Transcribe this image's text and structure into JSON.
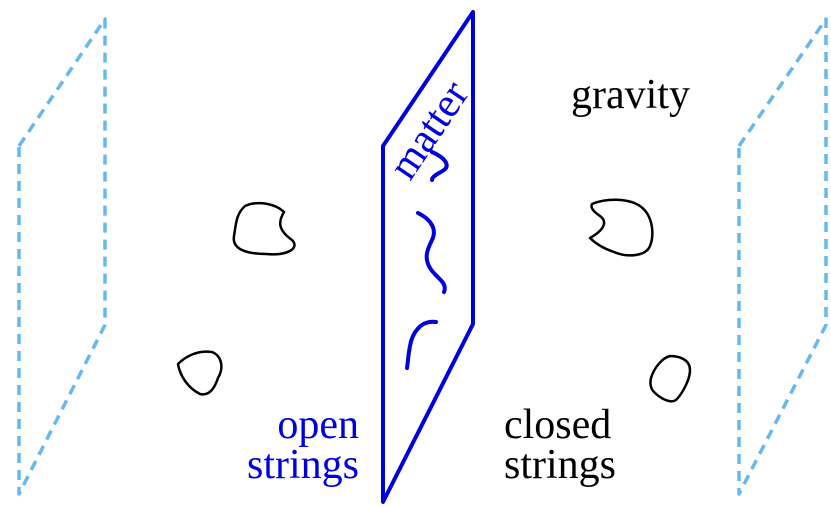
{
  "labels": {
    "matter": "matter",
    "gravity": "gravity",
    "open_line1": "open",
    "open_line2": "strings",
    "closed_line1": "closed",
    "closed_line2": "strings"
  },
  "colors": {
    "brane": "#0000dd",
    "ghost_brane": "#66b8ee",
    "closed_string": "#000000",
    "text_dark": "#000000"
  }
}
